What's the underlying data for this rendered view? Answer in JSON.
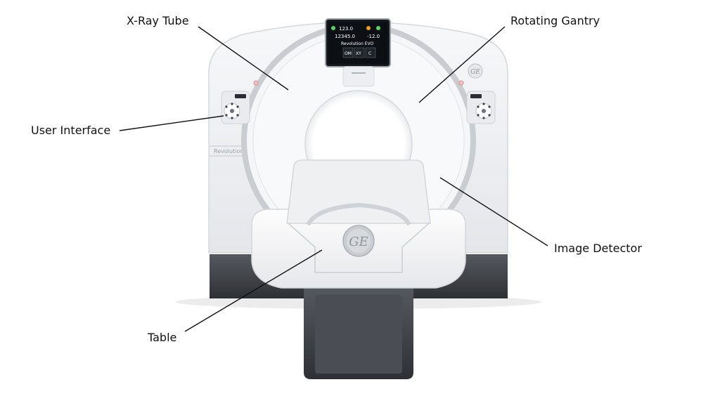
{
  "labels": {
    "xray_tube": "X-Ray Tube",
    "rotating_gantry": "Rotating Gantry",
    "user_interface": "User Interface",
    "image_detector": "Image Detector",
    "table": "Table"
  },
  "device": {
    "side_text": "Revolution",
    "logo_text": "GE",
    "display": {
      "line1_left": "123.0",
      "line2_left": "12345.0",
      "line2_right": "-12.0",
      "model": "Revolution EVO",
      "buttons": [
        "OM",
        "XY",
        "C"
      ]
    }
  },
  "colors": {
    "shell": "#f2f3f5",
    "ring": "#c9ccd1",
    "base": "#3d4045",
    "screen": "#0c0f14",
    "indicator_green": "#4cd964",
    "indicator_orange": "#f39c12"
  }
}
